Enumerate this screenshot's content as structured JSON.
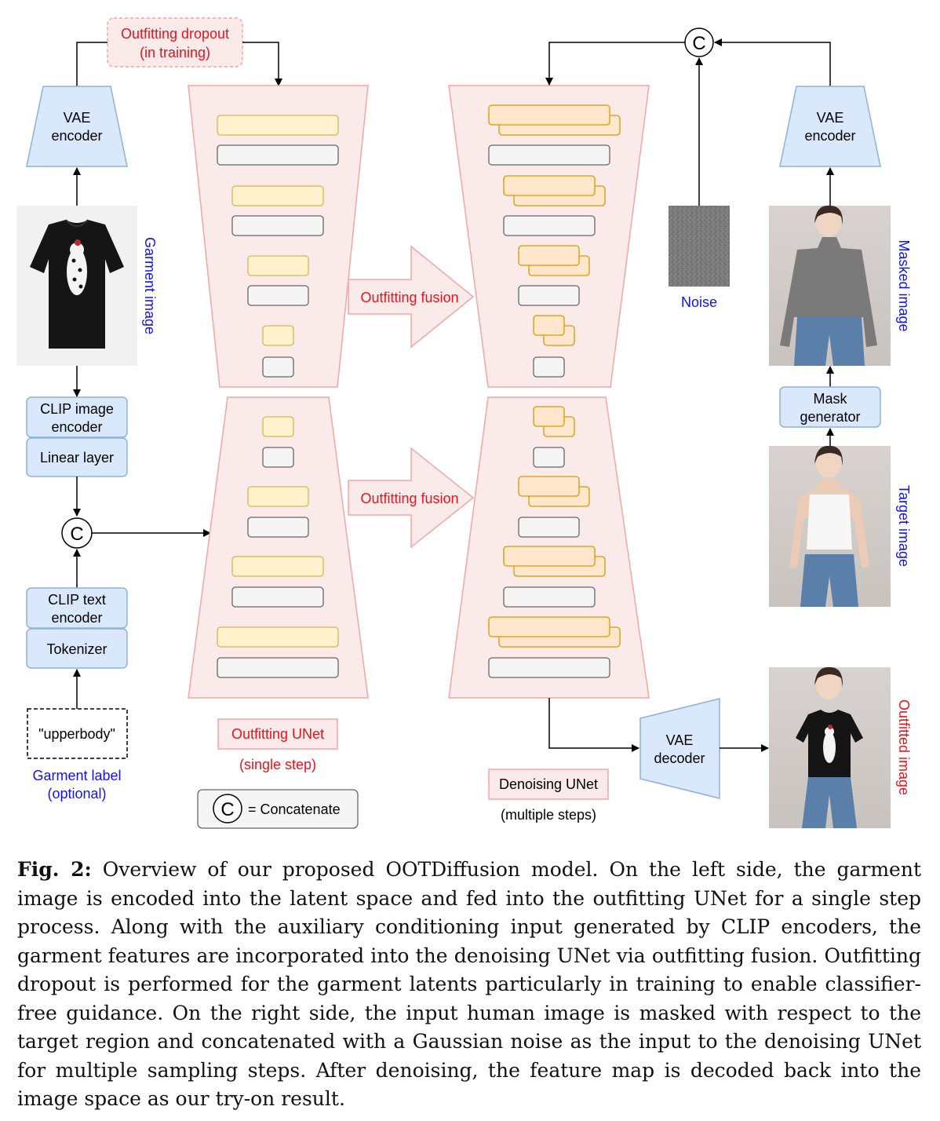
{
  "colors": {
    "red_label": "#e8131a",
    "blue_label": "#1212ee",
    "unet_fill": "#fbeaea",
    "unet_stroke": "#f2a6a6",
    "block_yellow": "#fff2cc",
    "block_yellow_stroke": "#d6b656",
    "block_orange": "#ffe6cc",
    "block_orange_stroke": "#d79b00",
    "block_gray": "#f5f5f5",
    "block_gray_stroke": "#666666",
    "box_blue": "#dae8fc",
    "box_blue_stroke": "#8fb0d8"
  },
  "labels": {
    "outfitting_dropout_line1": "Outfitting dropout",
    "outfitting_dropout_line2": "(in training)",
    "vae_encoder_left_line1": "VAE",
    "vae_encoder_left_line2": "encoder",
    "vae_encoder_right_line1": "VAE",
    "vae_encoder_right_line2": "encoder",
    "garment_image": "Garment image",
    "clip_image_encoder_line1": "CLIP image",
    "clip_image_encoder_line2": "encoder",
    "linear_layer": "Linear layer",
    "concat_symbol": "C",
    "clip_text_encoder_line1": "CLIP text",
    "clip_text_encoder_line2": "encoder",
    "tokenizer": "Tokenizer",
    "upperbody": "\"upperbody\"",
    "garment_label_line1": "Garment label",
    "garment_label_line2": "(optional)",
    "outfitting_fusion_top": "Outfitting fusion",
    "outfitting_fusion_bottom": "Outfitting fusion",
    "outfitting_unet": "Outfitting UNet",
    "single_step": "(single step)",
    "concatenate_legend": "= Concatenate",
    "noise": "Noise",
    "masked_image": "Masked image",
    "mask_generator_line1": "Mask",
    "mask_generator_line2": "generator",
    "target_image": "Target image",
    "vae_decoder_line1": "VAE",
    "vae_decoder_line2": "decoder",
    "outfitted_image": "Outfitted image",
    "denoising_unet": "Denoising UNet",
    "multiple_steps": "(multiple steps)"
  },
  "caption": {
    "fig_label": "Fig. 2:",
    "text": "Overview of our proposed OOTDiffusion model. On the left side, the garment image is encoded into the latent space and fed into the outfitting UNet for a single step process. Along with the auxiliary conditioning input generated by CLIP encoders, the garment features are incorporated into the denoising UNet via outfitting fusion. Outfitting dropout is performed for the garment latents particularly in training to enable classifier-free guidance. On the right side, the input human image is masked with respect to the target region and concatenated with a Gaussian noise as the input to the denoising UNet for multiple sampling steps. After denoising, the feature map is decoded back into the image space as our try-on result."
  }
}
